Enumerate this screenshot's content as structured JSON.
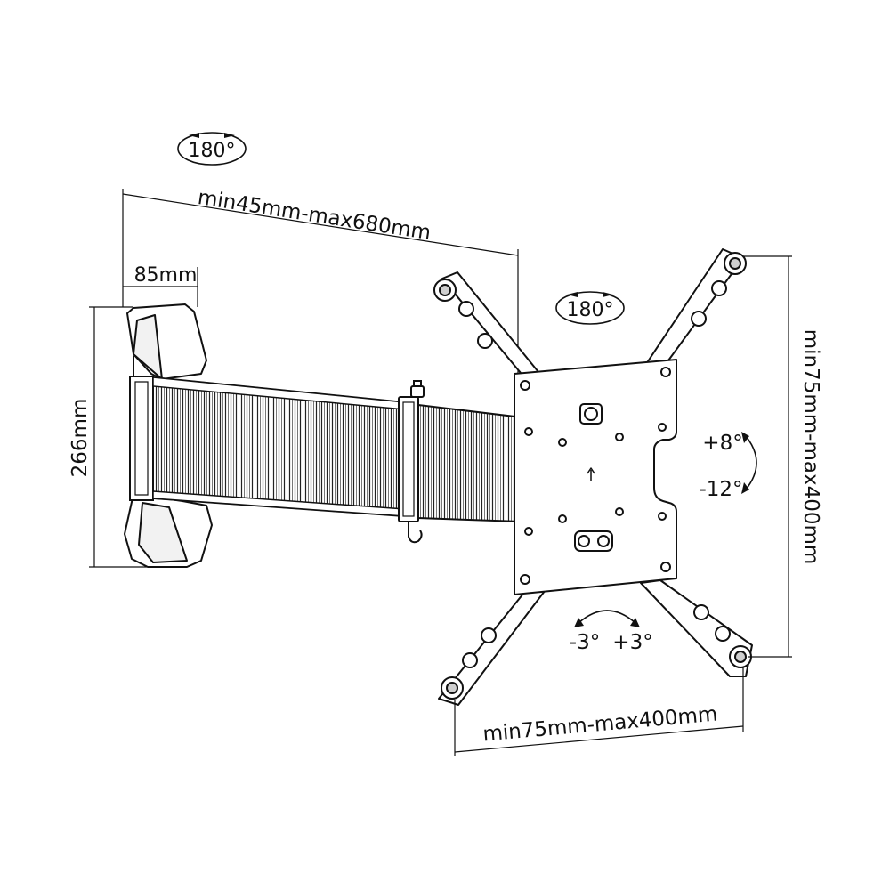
{
  "labels": {
    "swivel_top": "180°",
    "arm_extension": "min45mm-max680mm",
    "wall_plate_depth": "85mm",
    "wall_plate_height": "266mm",
    "swivel_mid": "180°",
    "vesa_vertical": "min75mm-max400mm",
    "tilt_up": "+8°",
    "tilt_down": "-12°",
    "rotate_left": "-3°",
    "rotate_right": "+3°",
    "vesa_horizontal": "min75mm-max400mm"
  }
}
